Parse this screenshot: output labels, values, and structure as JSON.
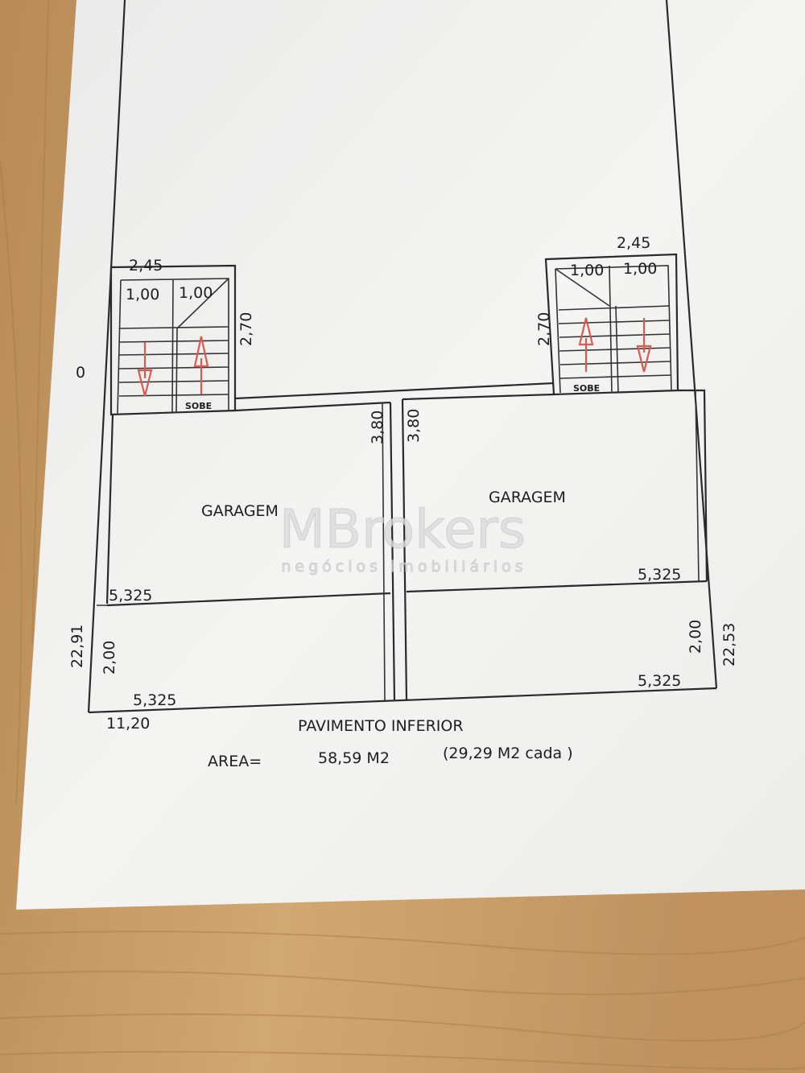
{
  "plan": {
    "title": "PAVIMENTO INFERIOR",
    "area_label": "AREA=",
    "area_value": "58,59 M2",
    "area_each": "(29,29 M2 cada )",
    "left_unit": {
      "stair_width": "2,45",
      "flight_a": "1,00",
      "flight_b": "1,00",
      "stair_depth": "2,70",
      "stair_label": "SOBE",
      "room_label": "GARAGEM",
      "room_depth": "3,80",
      "room_width": "5,325",
      "front_depth": "2,00",
      "front_width": "5,325",
      "total_depth": "22,91",
      "total_width": "11,20",
      "marker": "0"
    },
    "right_unit": {
      "stair_width": "2,45",
      "flight_a": "1,00",
      "flight_b": "1,00",
      "stair_depth": "2,70",
      "stair_label": "SOBE",
      "room_label": "GARAGEM",
      "room_depth": "3,80",
      "room_width": "5,325",
      "front_depth": "2,00",
      "front_width": "5,325",
      "total_depth": "22,53"
    }
  },
  "watermark": {
    "brand": "MBrokers",
    "tagline": "negócios imobiliários"
  },
  "colors": {
    "paper": "#f2f2f0",
    "wood": "#c8a068",
    "arrow": "#d85a50"
  }
}
